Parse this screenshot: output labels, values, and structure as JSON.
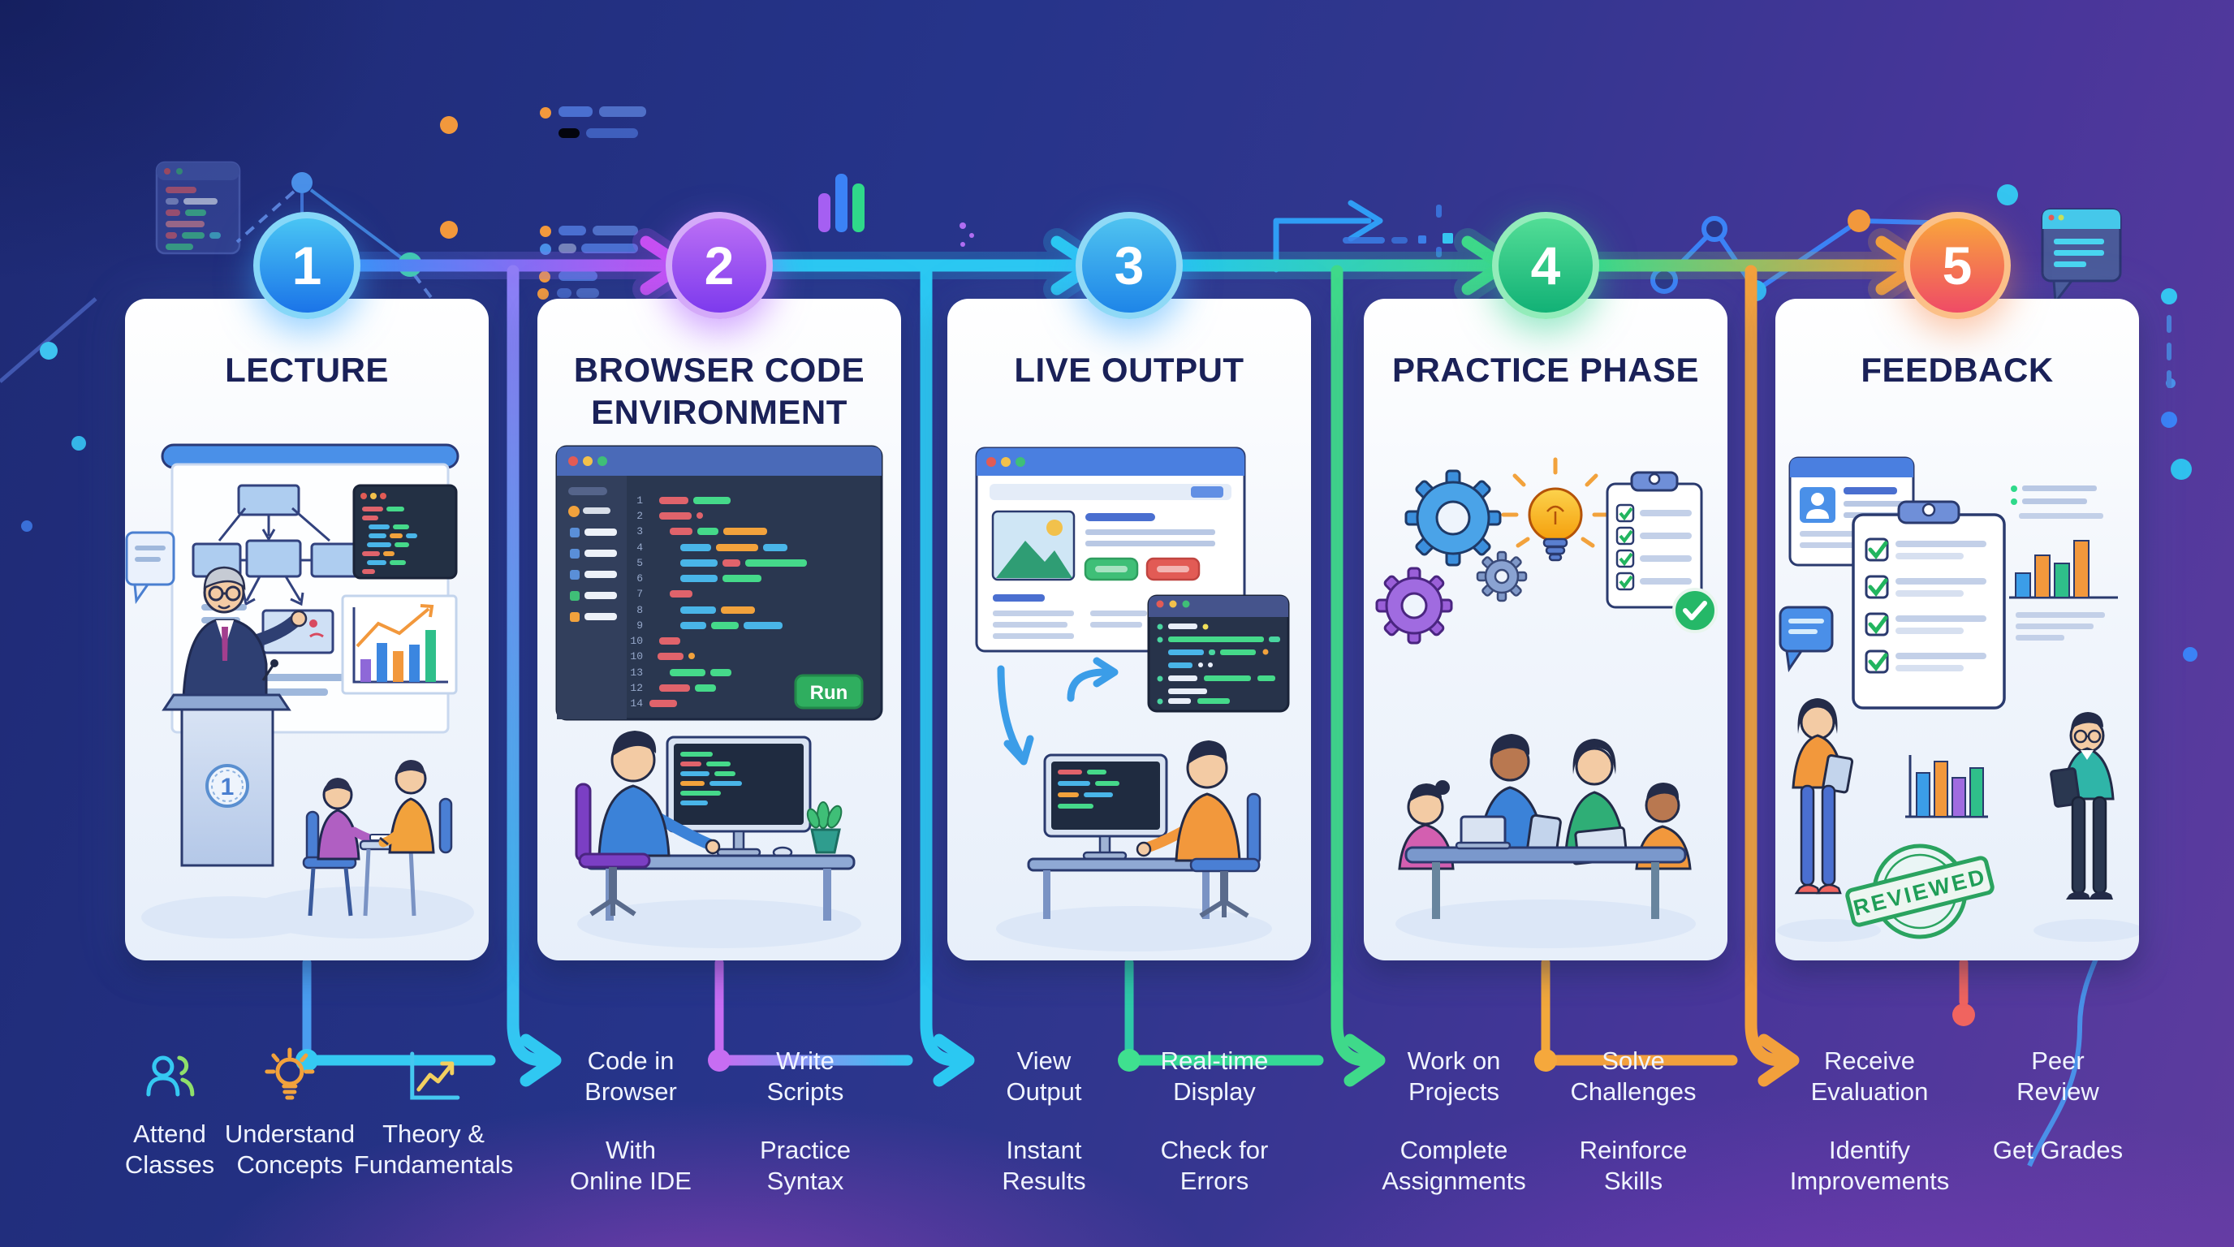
{
  "palette": {
    "background_blue": "#26348a",
    "background_purple": "#5e3c9f",
    "card_white": "#f4f7fc",
    "title_navy": "#1a2158",
    "stage1_accent": "#2e9bf0",
    "stage2_accent": "#9a4df0",
    "stage3_accent": "#22b8f0",
    "stage4_accent": "#2fc97a",
    "stage5_accent": "#f2813c",
    "run_button_green": "#2fae5f",
    "stamp_green": "#1f9e57"
  },
  "stages": [
    {
      "number": "1",
      "title": "LECTURE",
      "title_line2": "",
      "podium_number": "1",
      "notes": [
        {
          "icon": "students-icon",
          "line1": "Attend",
          "line2": "Classes"
        },
        {
          "icon": "lightbulb-icon",
          "line1": "Understand",
          "line2": "Concepts"
        },
        {
          "icon": "growth-chart-icon",
          "line1": "Theory &",
          "line2": "Fundamentals"
        }
      ]
    },
    {
      "number": "2",
      "title": "BROWSER CODE",
      "title_line2": "ENVIRONMENT",
      "editor": {
        "run_label": "Run",
        "line_numbers": [
          "1",
          "2",
          "3",
          "4",
          "5",
          "6",
          "7",
          "8",
          "9",
          "10",
          "10",
          "13",
          "12",
          "14"
        ]
      },
      "notes": [
        {
          "line1": "Code in",
          "line2": "Browser"
        },
        {
          "line1": "With",
          "line2": "Online IDE"
        },
        {
          "line1": "Write",
          "line2": "Scripts"
        },
        {
          "line1": "Practice",
          "line2": "Syntax"
        }
      ]
    },
    {
      "number": "3",
      "title": "LIVE OUTPUT",
      "title_line2": "",
      "notes": [
        {
          "line1": "View",
          "line2": "Output"
        },
        {
          "line1": "Instant",
          "line2": "Results"
        },
        {
          "line1": "Real-time",
          "line2": "Display"
        },
        {
          "line1": "Check for",
          "line2": "Errors"
        }
      ]
    },
    {
      "number": "4",
      "title": "PRACTICE PHASE",
      "title_line2": "",
      "notes": [
        {
          "line1": "Work on",
          "line2": "Projects"
        },
        {
          "line1": "Complete",
          "line2": "Assignments"
        },
        {
          "line1": "Solve",
          "line2": "Challenges"
        },
        {
          "line1": "Reinforce",
          "line2": "Skills"
        }
      ]
    },
    {
      "number": "5",
      "title": "FEEDBACK",
      "title_line2": "",
      "stamp_label": "REVIEWED",
      "notes": [
        {
          "line1": "Receive",
          "line2": "Evaluation"
        },
        {
          "line1": "Identify",
          "line2": "Improvements"
        },
        {
          "line1": "Peer",
          "line2": "Review"
        },
        {
          "line1": "Get Grades",
          "line2": ""
        }
      ]
    }
  ]
}
